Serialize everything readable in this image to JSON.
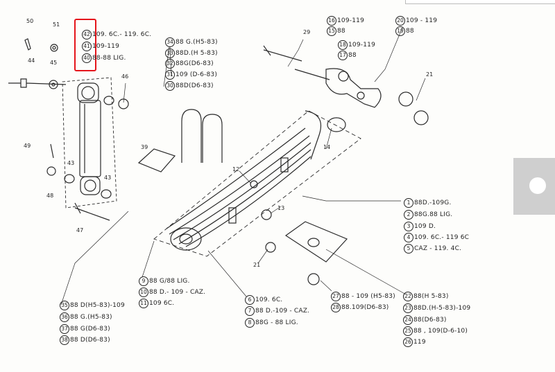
{
  "part_numbers": [
    "50",
    "51",
    "44",
    "45",
    "46",
    "49",
    "43",
    "43",
    "48",
    "47",
    "39",
    "29",
    "21",
    "12",
    "14",
    "13",
    "21"
  ],
  "legend_left_top": [
    {
      "num": "42",
      "text": "109. 6C.- 119. 6C."
    },
    {
      "num": "41",
      "text": "109-119"
    },
    {
      "num": "40",
      "text": "88-88 LIG."
    }
  ],
  "legend_center_top": [
    {
      "num": "34",
      "text": "88 G.(H5-83)"
    },
    {
      "num": "33",
      "text": "88D.(H 5-83)"
    },
    {
      "num": "32",
      "text": "88G(D6-83)"
    },
    {
      "num": "31",
      "text": "109 (D-6-83)"
    },
    {
      "num": "30",
      "text": "88D(D6-83)"
    }
  ],
  "legend_right_top": [
    {
      "num": "16",
      "text": "109-119"
    },
    {
      "num": "15",
      "text": "88"
    },
    {
      "num": "18",
      "text": "109-119"
    },
    {
      "num": "17",
      "text": "88"
    },
    {
      "num": "20",
      "text": "109 - 119"
    },
    {
      "num": "19",
      "text": "88"
    }
  ],
  "legend_right_mid": [
    {
      "num": "1",
      "text": "88D.-109G."
    },
    {
      "num": "2",
      "text": "88G.88 LIG."
    },
    {
      "num": "3",
      "text": "109 D."
    },
    {
      "num": "4",
      "text": "109. 6C.- 119 6C"
    },
    {
      "num": "5",
      "text": "CAZ - 119. 4C."
    }
  ],
  "legend_spring_left": [
    {
      "num": "9",
      "text": "88 G/88 LIG."
    },
    {
      "num": "10",
      "text": "88 D.- 109 - CAZ."
    },
    {
      "num": "11",
      "text": "109 6C."
    }
  ],
  "legend_spring_center": [
    {
      "num": "6",
      "text": "109. 6C."
    },
    {
      "num": "7",
      "text": "88 D.-109 - CAZ."
    },
    {
      "num": "8",
      "text": "88G - 88 LIG."
    }
  ],
  "legend_bolts": [
    {
      "num": "27",
      "text": "88 - 109 (H5-83)"
    },
    {
      "num": "28",
      "text": "88.109(D6-83)"
    }
  ],
  "legend_bottom_left": [
    {
      "num": "35",
      "text": "88 D(H5-83)-109"
    },
    {
      "num": "36",
      "text": "88 G.(H5-83)"
    },
    {
      "num": "37",
      "text": "88 G(D6-83)"
    },
    {
      "num": "38",
      "text": "88 D(D6-83)"
    }
  ],
  "legend_bottom_right": [
    {
      "num": "22",
      "text": "88(H 5-83)"
    },
    {
      "num": "23",
      "text": "88D.(H-5-83)-109"
    },
    {
      "num": "24",
      "text": "88(D6-83)"
    },
    {
      "num": "25",
      "text": "88 , 109(D-6-10)"
    },
    {
      "num": "26",
      "text": "119"
    }
  ],
  "colors": {
    "highlight": "#e5151b",
    "ink": "#222222",
    "paper": "#fdfdfb"
  }
}
